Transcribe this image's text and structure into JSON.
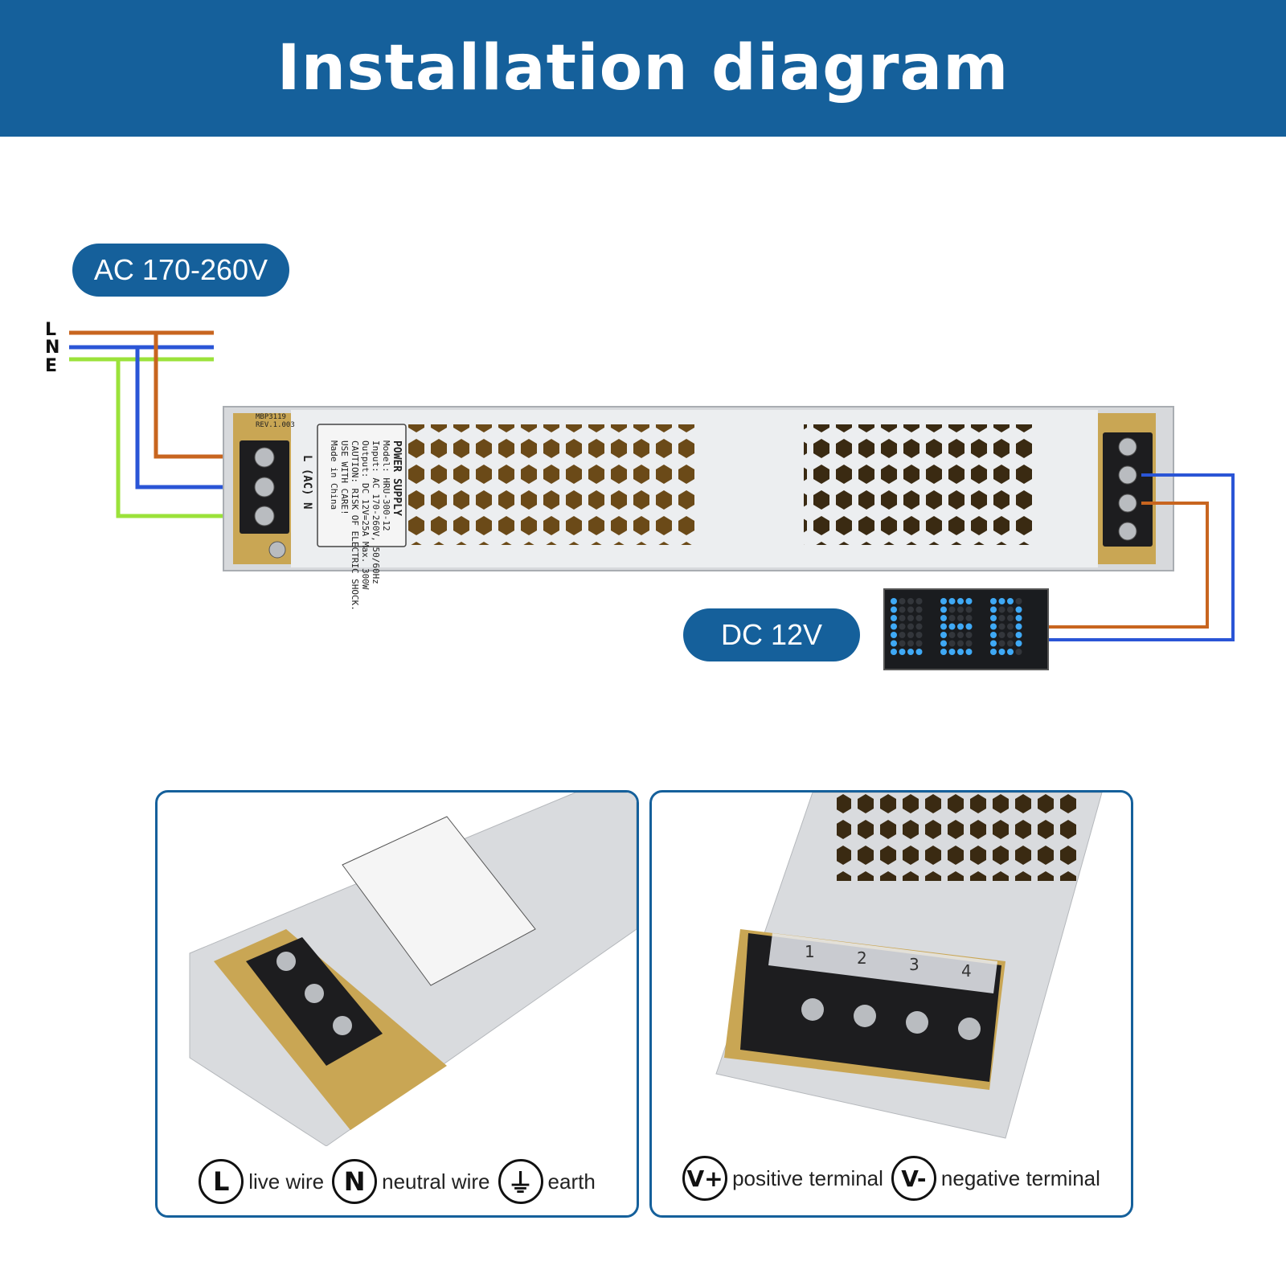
{
  "header": {
    "title": "Installation diagram"
  },
  "colors": {
    "brand": "#15609b",
    "live": "#c8651f",
    "neutral": "#2a55d6",
    "earth": "#9be23a",
    "led_dots": "#3fa9f5"
  },
  "input": {
    "label": "AC 170-260V",
    "wires": [
      "L",
      "N",
      "E"
    ]
  },
  "output": {
    "label": "DC 12V",
    "load": "LED"
  },
  "psu": {
    "heading": "POWER SUPPLY",
    "model": "Model: HRU-300-12",
    "input": "Input: AC 170-260V, 50/60Hz",
    "output": "Output: DC 12V=25A Max. 300W",
    "caution": "CAUTION: RISK OF ELECTRIC SHOCK.",
    "care": "USE WITH CARE!",
    "origin": "Made in China",
    "ac_marks": "L (AC) N",
    "board_code": "MBP3119 REV.1.003"
  },
  "legend_left": [
    {
      "symbol": "L",
      "text": "live wire",
      "icon": "letter-l-icon"
    },
    {
      "symbol": "N",
      "text": "neutral wire",
      "icon": "letter-n-icon"
    },
    {
      "symbol": "⏚",
      "text": "earth",
      "icon": "earth-ground-icon"
    }
  ],
  "legend_right": [
    {
      "symbol": "V+",
      "text": "positive terminal",
      "icon": "v-plus-icon"
    },
    {
      "symbol": "V-",
      "text": "negative terminal",
      "icon": "v-minus-icon"
    }
  ],
  "terminal_numbers": [
    "1",
    "2",
    "3",
    "4"
  ]
}
